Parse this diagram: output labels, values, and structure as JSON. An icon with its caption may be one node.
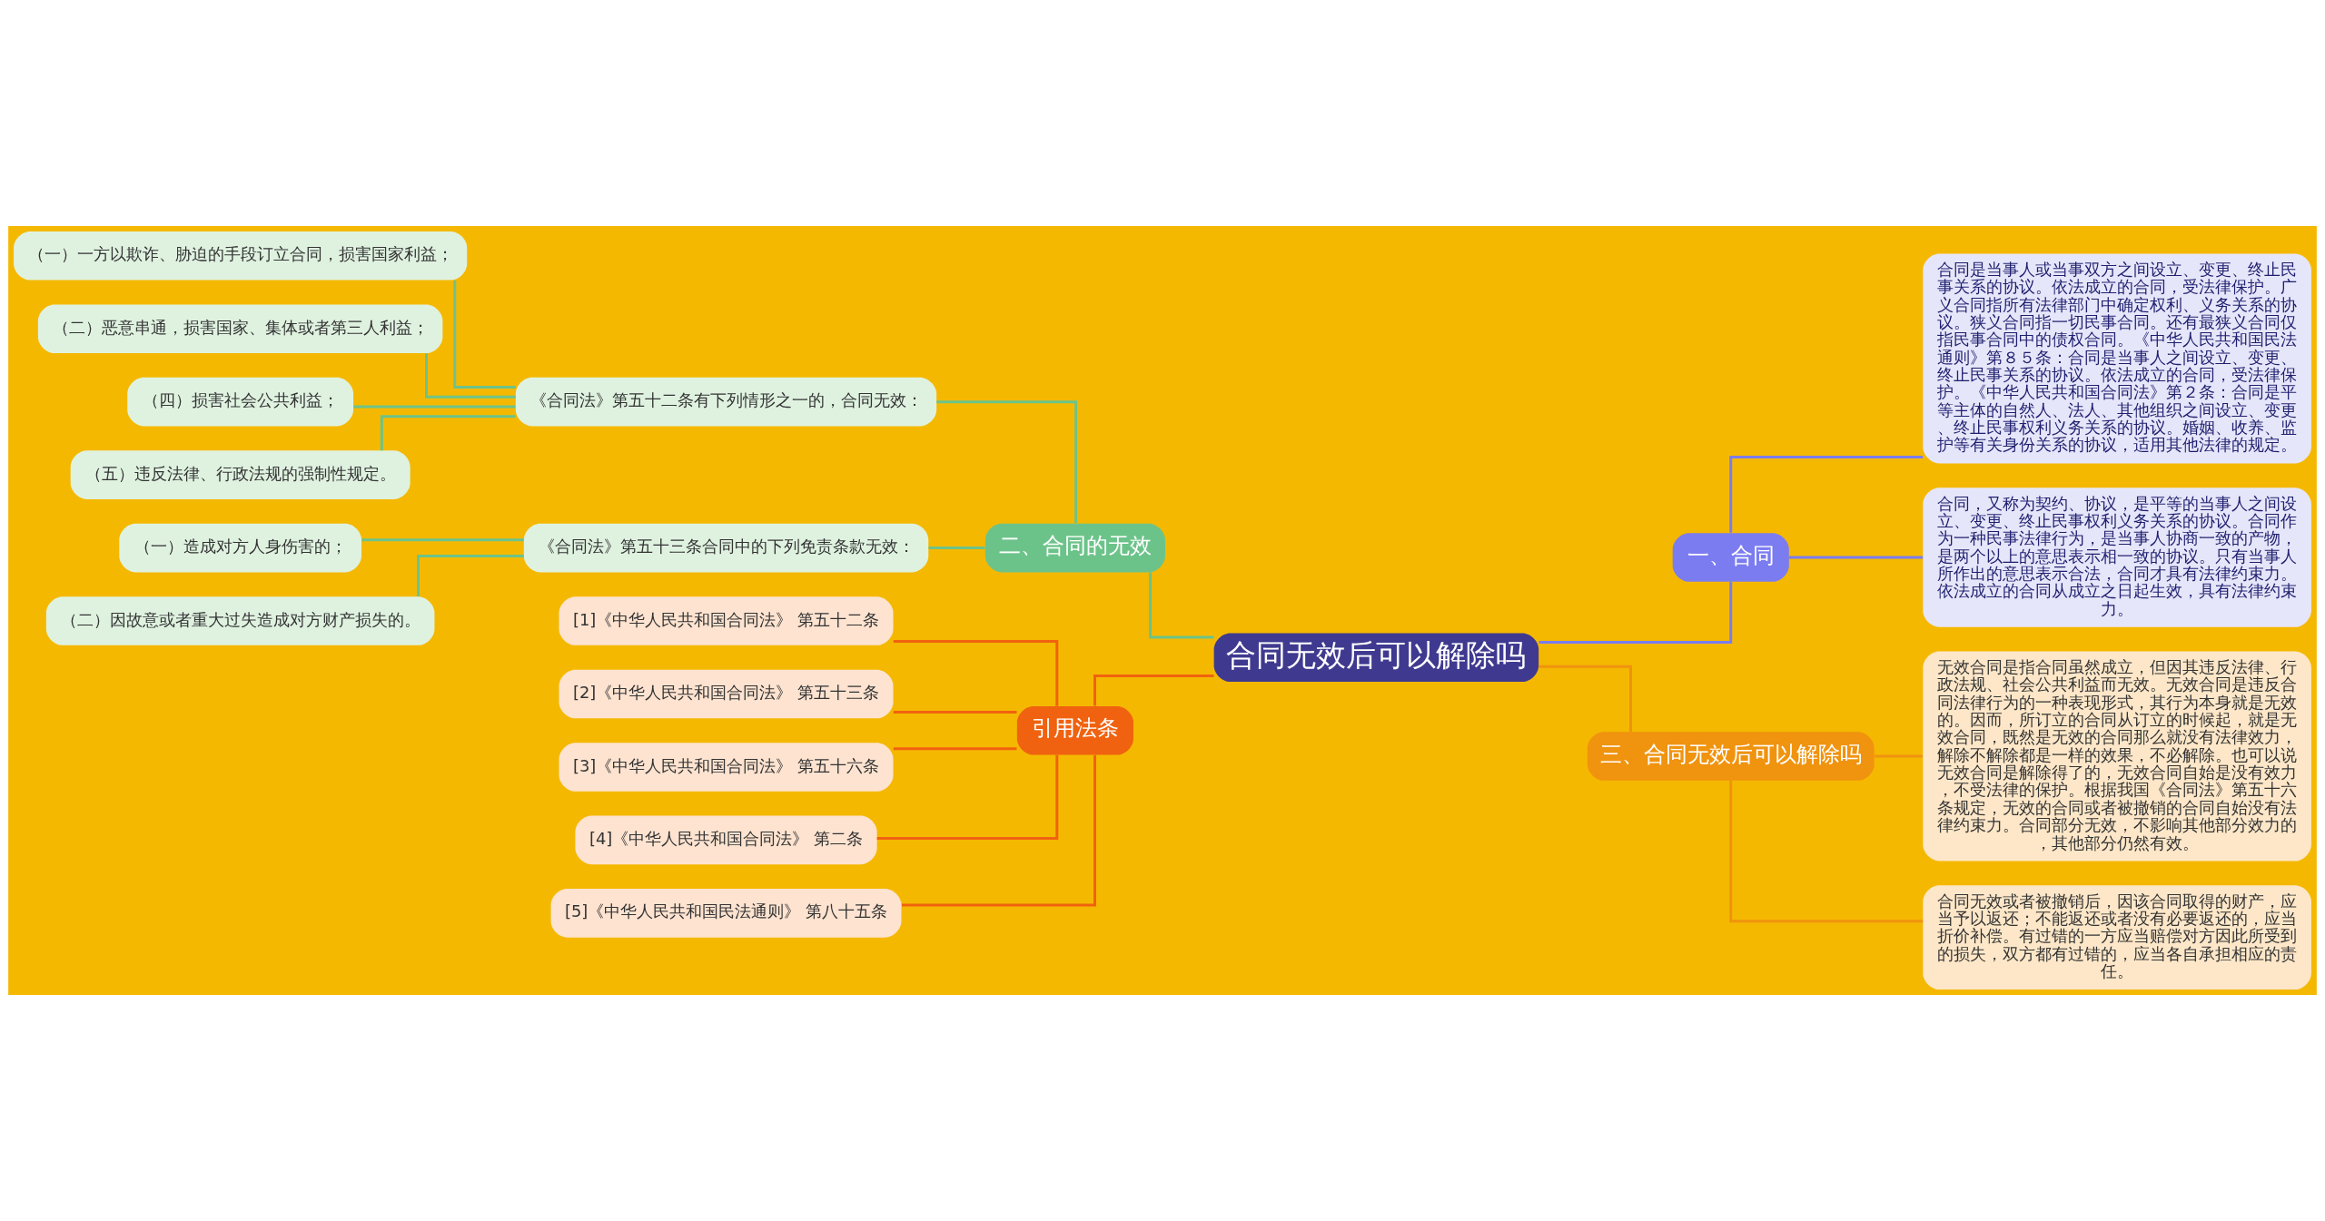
{
  "diagram": {
    "nodes": [
      {
        "text": [
          "合同无效后可以解除吗"
        ]
      },
      {
        "text": [
          "一、合同"
        ]
      },
      {
        "text": [
          "合同是当事人或当事双方之间设立、变更、终止民事关系的协议。依法成立的合同，受法律保护。广义合同指所有法律部门中确定权利、义务关系的协议。狭义合同指一切民事合同。还有最狭义合同仅指民事合同中的债权合同。《中华人民共和国民法通则》第８５条：合同是当事人之间设立、变更、终止民事关系的协议。依法成立的合同，受法律保护。《中华人民共和国合同法》第２条：合同是平等主体的自然人、法人、其他组织之间设立、变更、终止民事权利义务关系的协议。婚姻、收养、监护等有关身份关系的协议，适用其他法律的规定。"
        ]
      },
      {
        "text": [
          "合同，又称为契约、协议，是平等的当事人之间设立、变更、终止民事权利义务关系的协议。合同作为一种民事法律行为，是当事人协商一致的产物，是两个以上的意思表示相一致的协议。只有当事人所作出的意思表示合法，合同才具有法律约束力。依法成立的合同从成立之日起生效，具有法律约束力。"
        ]
      },
      {
        "text": [
          "三、合同无效后可以解除吗"
        ]
      },
      {
        "text": [
          "无效合同是指合同虽然成立，但因其违反法律、行政法规、社会公共利益而无效。无效合同是违反合同法律行为的一种表现形式，其行为本身就是无效的。因而，所订立的合同从订立的时候起，就是无效合同，既然是无效的合同那么就没有法律效力，解除不解除都是一样的效果，不必解除。也可以说无效合同是解除得了的，无效合同自始是没有效力，不受法律的保护。根据我国《合同法》第五十六条规定，无效的合同或者被撤销的合同自始没有法律约束力。合同部分无效，不影响其他部分效力的，其他部分仍然有效。"
        ]
      },
      {
        "text": [
          "合同无效或者被撤销后，因该合同取得的财产，应当予以返还；不能返还或者没有必要返还的，应当折价补偿。有过错的一方应当赔偿对方因此所受到的损失，双方都有过错的，应当各自承担相应的责任。"
        ]
      },
      {
        "text": [
          "二、合同的无效"
        ]
      },
      {
        "text": [
          "《合同法》第五十二条有下列情形之一的，合同无效："
        ]
      },
      {
        "text": [
          "（一）一方以欺诈、胁迫的手段订立合同，损害国家利益；"
        ]
      },
      {
        "text": [
          "（二）恶意串通，损害国家、集体或者第三人利益；"
        ]
      },
      {
        "text": [
          "（四）损害社会公共利益；"
        ]
      },
      {
        "text": [
          "（五）违反法律、行政法规的强制性规定。"
        ]
      },
      {
        "text": [
          "《合同法》第五十三条合同中的下列免责条款无效："
        ]
      },
      {
        "text": [
          "（一）造成对方人身伤害的；"
        ]
      },
      {
        "text": [
          "（二）因故意或者重大过失造成对方财产损失的。"
        ]
      },
      {
        "text": [
          "引用法条"
        ]
      },
      {
        "text": [
          "[1]《中华人民共和国合同法》 第五十二条"
        ]
      },
      {
        "text": [
          "[2]《中华人民共和国合同法》 第五十三条"
        ]
      },
      {
        "text": [
          "[3]《中华人民共和国合同法》 第五十六条"
        ]
      },
      {
        "text": [
          "[4]《中华人民共和国合同法》 第二条"
        ]
      },
      {
        "text": [
          "[5]《中华人民共和国民法通则》 第八十五条"
        ]
      }
    ],
    "edges": [
      {
        "from": 0,
        "to": 1,
        "arrow": "none",
        "color": "#7b7cf0"
      },
      {
        "from": 1,
        "to": 2,
        "arrow": "none",
        "color": "#7b7cf0"
      },
      {
        "from": 1,
        "to": 3,
        "arrow": "none",
        "color": "#7b7cf0"
      },
      {
        "from": 0,
        "to": 4,
        "arrow": "none",
        "color": "#f0930f"
      },
      {
        "from": 4,
        "to": 5,
        "arrow": "none",
        "color": "#f0930f"
      },
      {
        "from": 4,
        "to": 6,
        "arrow": "none",
        "color": "#f0930f"
      },
      {
        "from": 7,
        "to": 0,
        "arrow": "none",
        "color": "#6cc38a"
      },
      {
        "from": 8,
        "to": 7,
        "arrow": "none",
        "color": "#6cc38a"
      },
      {
        "from": 9,
        "to": 8,
        "arrow": "none",
        "color": "#6cc38a"
      },
      {
        "from": 10,
        "to": 8,
        "arrow": "none",
        "color": "#6cc38a"
      },
      {
        "from": 11,
        "to": 8,
        "arrow": "none",
        "color": "#6cc38a"
      },
      {
        "from": 12,
        "to": 8,
        "arrow": "none",
        "color": "#6cc38a"
      },
      {
        "from": 13,
        "to": 7,
        "arrow": "none",
        "color": "#6cc38a"
      },
      {
        "from": 14,
        "to": 13,
        "arrow": "none",
        "color": "#6cc38a"
      },
      {
        "from": 15,
        "to": 13,
        "arrow": "none",
        "color": "#6cc38a"
      },
      {
        "from": 16,
        "to": 0,
        "arrow": "none",
        "color": "#f0620f"
      },
      {
        "from": 17,
        "to": 16,
        "arrow": "none",
        "color": "#f0620f"
      },
      {
        "from": 18,
        "to": 16,
        "arrow": "none",
        "color": "#f0620f"
      },
      {
        "from": 19,
        "to": 16,
        "arrow": "none",
        "color": "#f0620f"
      },
      {
        "from": 20,
        "to": 16,
        "arrow": "none",
        "color": "#f0620f"
      },
      {
        "from": 21,
        "to": 16,
        "arrow": "none",
        "color": "#f0620f"
      }
    ]
  }
}
